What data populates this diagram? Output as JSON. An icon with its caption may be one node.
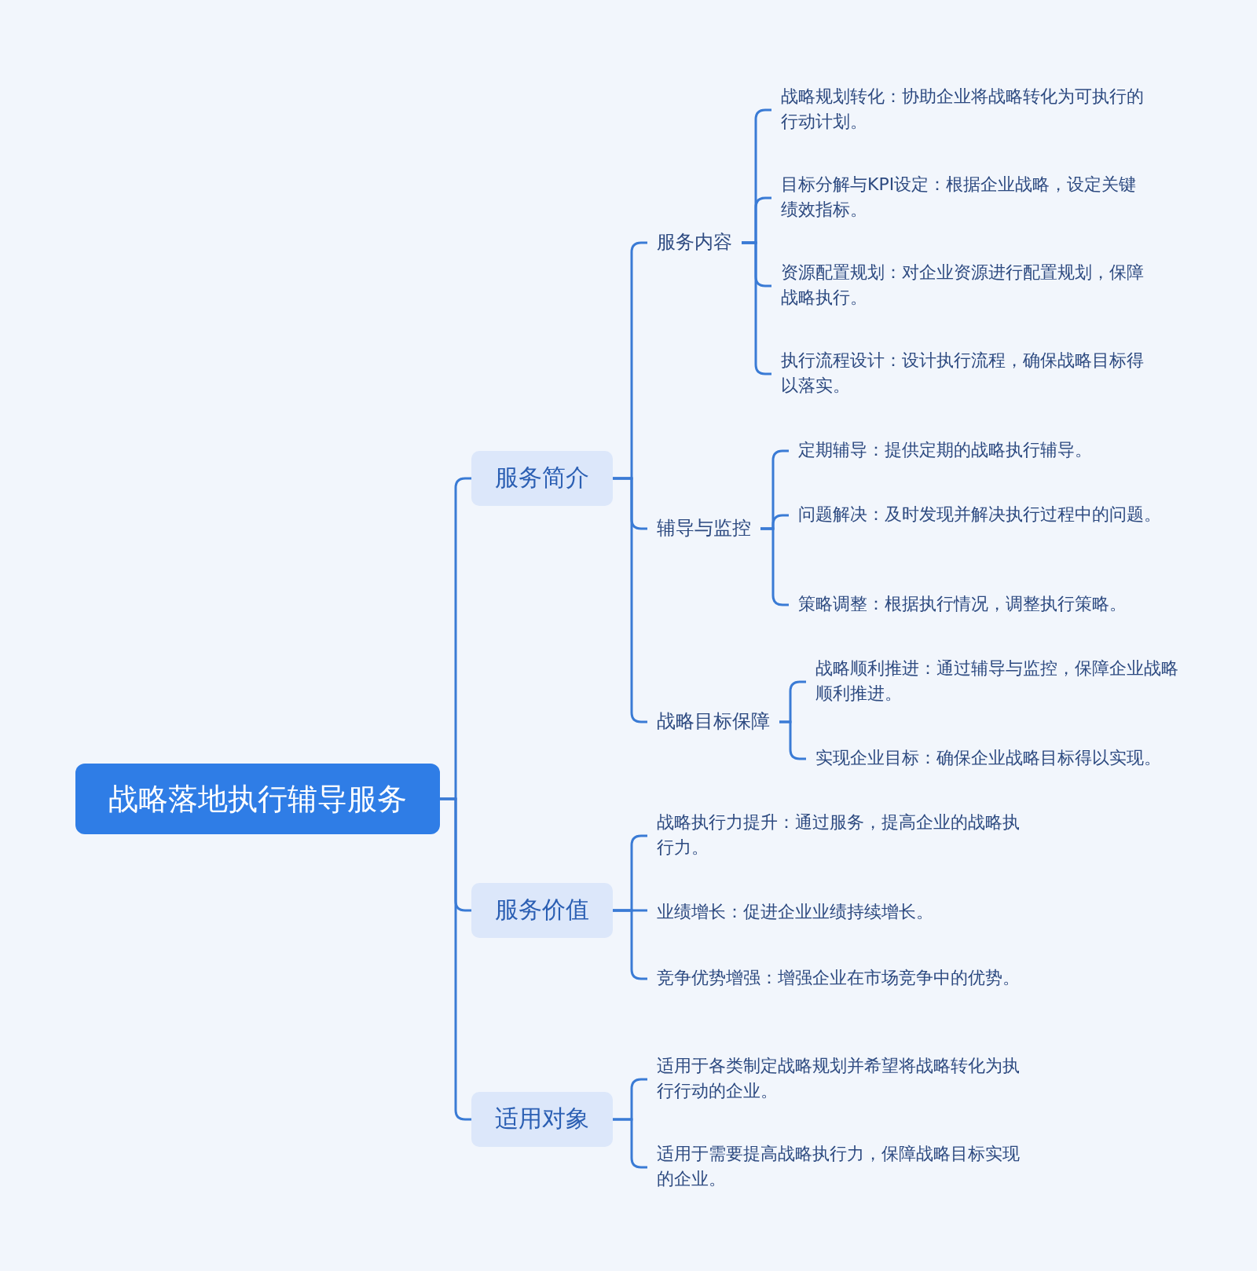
{
  "diagram": {
    "nodes": [
      {
        "text": [
          "战略落地执行辅导服务"
        ]
      },
      {
        "text": [
          "服务简介"
        ]
      },
      {
        "text": [
          "服务内容"
        ]
      },
      {
        "text": [
          "战略规划转化：协助企业将战略转化为可执行的行动计划。"
        ]
      },
      {
        "text": [
          "目标分解与KPI设定：根据企业战略，设定关键绩效指标。"
        ]
      },
      {
        "text": [
          "资源配置规划：对企业资源进行配置规划，保障战略执行。"
        ]
      },
      {
        "text": [
          "执行流程设计：设计执行流程，确保战略目标得以落实。"
        ]
      },
      {
        "text": [
          "辅导与监控"
        ]
      },
      {
        "text": [
          "定期辅导：提供定期的战略执行辅导。"
        ]
      },
      {
        "text": [
          "问题解决：及时发现并解决执行过程中的问题。"
        ]
      },
      {
        "text": [
          "策略调整：根据执行情况，调整执行策略。"
        ]
      },
      {
        "text": [
          "战略目标保障"
        ]
      },
      {
        "text": [
          "战略顺利推进：通过辅导与监控，保障企业战略顺利推进。"
        ]
      },
      {
        "text": [
          "实现企业目标：确保企业战略目标得以实现。"
        ]
      },
      {
        "text": [
          "服务价值"
        ]
      },
      {
        "text": [
          "战略执行力提升：通过服务，提高企业的战略执行力。"
        ]
      },
      {
        "text": [
          "业绩增长：促进企业业绩持续增长。"
        ]
      },
      {
        "text": [
          "竞争优势增强：增强企业在市场竞争中的优势。"
        ]
      },
      {
        "text": [
          "适用对象"
        ]
      },
      {
        "text": [
          "适用于各类制定战略规划并希望将战略转化为执行行动的企业。"
        ]
      },
      {
        "text": [
          "适用于需要提高战略执行力，保障战略目标实现的企业。"
        ]
      }
    ],
    "edges": [
      {
        "from": 0,
        "to": 1,
        "arrow": "none"
      },
      {
        "from": 1,
        "to": 2,
        "arrow": "none"
      },
      {
        "from": 2,
        "to": 3,
        "arrow": "none"
      },
      {
        "from": 2,
        "to": 4,
        "arrow": "none"
      },
      {
        "from": 2,
        "to": 5,
        "arrow": "none"
      },
      {
        "from": 2,
        "to": 6,
        "arrow": "none"
      },
      {
        "from": 1,
        "to": 7,
        "arrow": "none"
      },
      {
        "from": 7,
        "to": 8,
        "arrow": "none"
      },
      {
        "from": 7,
        "to": 9,
        "arrow": "none"
      },
      {
        "from": 7,
        "to": 10,
        "arrow": "none"
      },
      {
        "from": 1,
        "to": 11,
        "arrow": "none"
      },
      {
        "from": 11,
        "to": 12,
        "arrow": "none"
      },
      {
        "from": 11,
        "to": 13,
        "arrow": "none"
      },
      {
        "from": 0,
        "to": 14,
        "arrow": "none"
      },
      {
        "from": 14,
        "to": 15,
        "arrow": "none"
      },
      {
        "from": 14,
        "to": 16,
        "arrow": "none"
      },
      {
        "from": 14,
        "to": 17,
        "arrow": "none"
      },
      {
        "from": 0,
        "to": 18,
        "arrow": "none"
      },
      {
        "from": 18,
        "to": 19,
        "arrow": "none"
      },
      {
        "from": 18,
        "to": 20,
        "arrow": "none"
      }
    ]
  }
}
